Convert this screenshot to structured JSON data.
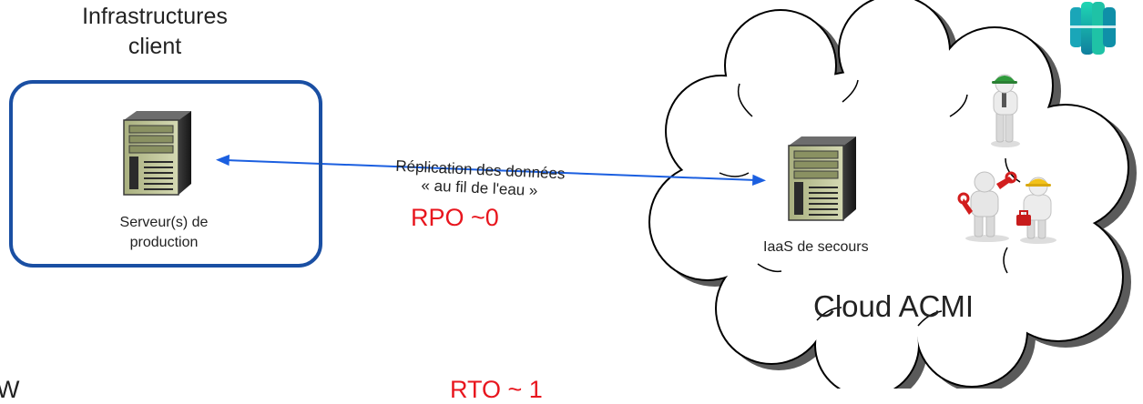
{
  "client": {
    "title": "Infrastructures\nclient",
    "server_label": "Serveur(s) de\nproduction"
  },
  "replication": {
    "label": "Réplication des données\n« au fil de l'eau »",
    "rpo": "RPO ~0"
  },
  "cloud": {
    "server_label": "IaaS de secours",
    "name": "Cloud ACMI"
  },
  "bottom": {
    "rto_partial": "RTO ~ 1",
    "left_partial": "W"
  },
  "colors": {
    "frame": "#1a4fa3",
    "arrow": "#1b5fe0",
    "accent_red": "#e8161e"
  },
  "icons": [
    "server-icon",
    "cloud-shape",
    "logo-icon",
    "worker-helmet-figure",
    "mechanic-figure",
    "engineer-figure"
  ]
}
